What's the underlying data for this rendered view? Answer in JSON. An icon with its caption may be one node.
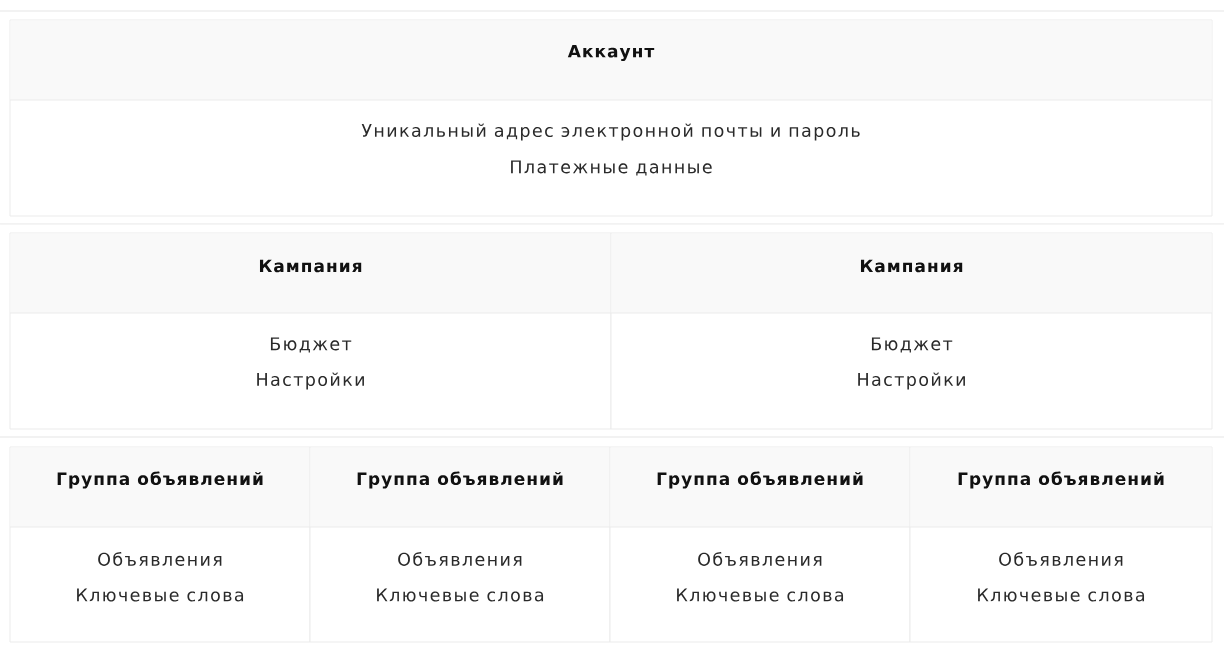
{
  "diagram": {
    "nodes": [
      {
        "text": [
          "Аккаунт",
          "Уникальный адрес электронной почты и пароль",
          "Платежные данные"
        ]
      },
      {
        "text": [
          "Кампания",
          "Бюджет",
          "Настройки"
        ]
      },
      {
        "text": [
          "Кампания",
          "Бюджет",
          "Настройки"
        ]
      },
      {
        "text": [
          "Группа объявлений",
          "Объявления",
          "Ключевые слова"
        ]
      },
      {
        "text": [
          "Группа объявлений",
          "Объявления",
          "Ключевые слова"
        ]
      },
      {
        "text": [
          "Группа объявлений",
          "Объявления",
          "Ключевые слова"
        ]
      },
      {
        "text": [
          "Группа объявлений",
          "Объявления",
          "Ключевые слова"
        ]
      }
    ]
  }
}
